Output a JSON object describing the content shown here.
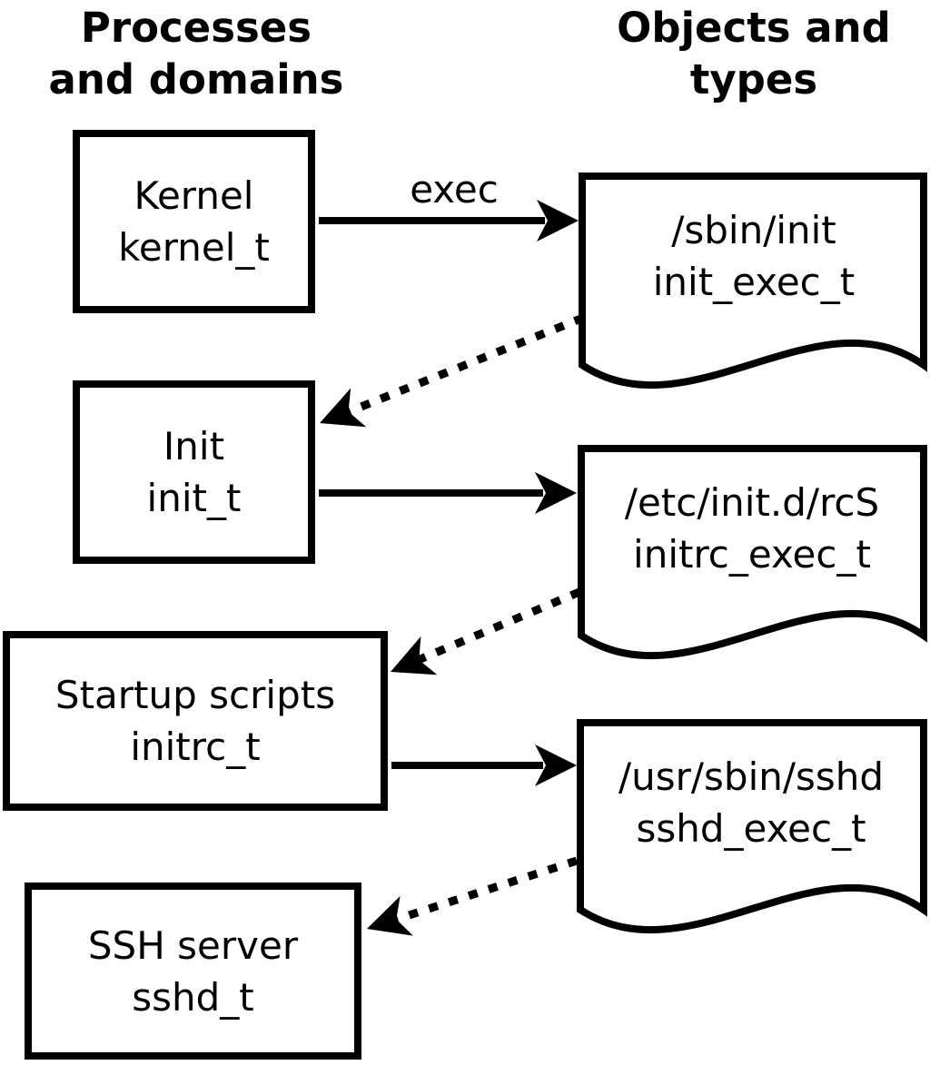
{
  "title_left": {
    "line1": "Processes",
    "line2": "and domains"
  },
  "title_right": {
    "line1": "Objects and",
    "line2": "types"
  },
  "exec_label": "exec",
  "processes": [
    {
      "name": "Kernel",
      "domain": "kernel_t"
    },
    {
      "name": "Init",
      "domain": "init_t"
    },
    {
      "name": "Startup scripts",
      "domain": "initrc_t"
    },
    {
      "name": "SSH server",
      "domain": "sshd_t"
    }
  ],
  "objects": [
    {
      "path": "/sbin/init",
      "type": "init_exec_t"
    },
    {
      "path": "/etc/init.d/rcS",
      "type": "initrc_exec_t"
    },
    {
      "path": "/usr/sbin/sshd",
      "type": "sshd_exec_t"
    }
  ],
  "colors": {
    "foreground": "#000000",
    "background": "#ffffff"
  }
}
